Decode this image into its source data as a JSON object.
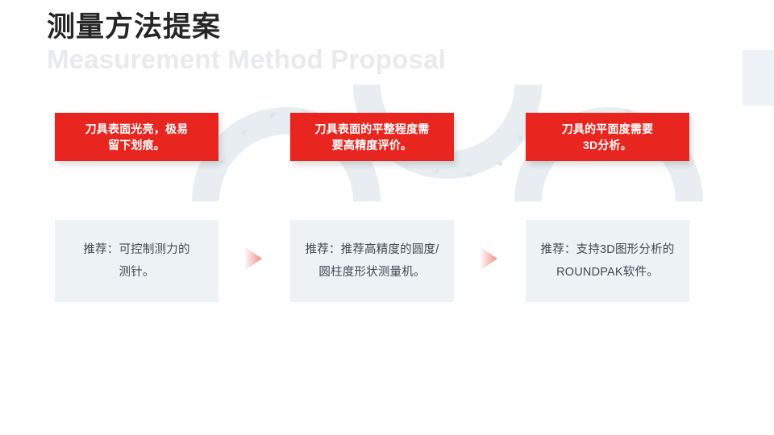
{
  "slide": {
    "title_cn": "测量方法提案",
    "title_en": "Measurement Method Proposal",
    "background_color": "#ffffff",
    "accent_red": "#e8251f",
    "accent_blue": "#edf2f5",
    "title_color": "#262626",
    "title_en_color": "#e9eaec"
  },
  "edge_block": {
    "name": "right-edge-accent",
    "color": "#ecf2f6"
  },
  "watermark": {
    "name": "serpentine-arrow-path",
    "color": "#e6ebef",
    "description": "light gray serpentine arc path with small arrow markers"
  },
  "columns": [
    {
      "index": 1,
      "problem": "刀具表面光亮，极易\n留下划痕。",
      "recommendation": "推荐：可控制测力的\n测针。"
    },
    {
      "index": 2,
      "problem": "刀具表面的平整程度需\n要高精度评价。",
      "recommendation": "推荐：推荐高精度的圆度/\n圆柱度形状测量机。"
    },
    {
      "index": 3,
      "problem": "刀具的平面度需要\n3D分析。",
      "recommendation": "推荐：支持3D图形分析的\nROUNDPAK软件。"
    }
  ],
  "arrows": [
    {
      "name": "flow-arrow-1",
      "color": "#f0a6a2"
    },
    {
      "name": "flow-arrow-2",
      "color": "#ef9b97"
    }
  ]
}
